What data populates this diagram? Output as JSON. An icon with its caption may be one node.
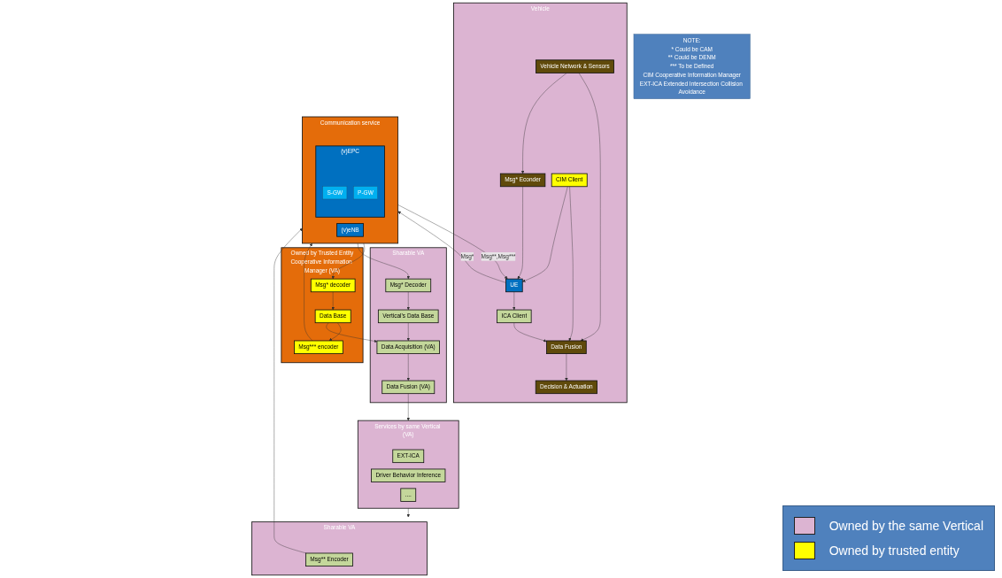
{
  "diagram": {
    "nodes": [
      {
        "text": [
          "Vehicle"
        ]
      },
      {
        "text": [
          "Vehicle Network & Sensors"
        ],
        "in": 0
      },
      {
        "text": [
          "Decision & Actuation"
        ],
        "in": 0
      },
      {
        "text": [
          "Data Fusion"
        ],
        "in": 0
      },
      {
        "text": [
          "Msg* Econder"
        ],
        "in": 0
      },
      {
        "text": [
          "CIM Client"
        ],
        "in": 0
      },
      {
        "text": [
          "ICA Client"
        ],
        "in": 0
      },
      {
        "text": [
          "UE"
        ],
        "in": 0
      },
      {
        "text": [
          "Owned by Trusted Entity",
          "Cooperative Information Manager (VA)"
        ]
      },
      {
        "text": [
          "Data Base"
        ],
        "in": 8
      },
      {
        "text": [
          "Msg* decoder"
        ],
        "in": 8
      },
      {
        "text": [
          "Msg*** encoder"
        ],
        "in": 8
      },
      {
        "text": [
          "Sharable VA"
        ]
      },
      {
        "text": [
          "Data Acquisition (VA)"
        ],
        "in": 12
      },
      {
        "text": [
          "Data Fusion (VA)"
        ],
        "in": 12
      },
      {
        "text": [
          "Vertical’s Data Base"
        ],
        "in": 12
      },
      {
        "text": [
          "Msg* Decoder"
        ],
        "in": 12
      },
      {
        "text": [
          "Services by same Vertical (VA)"
        ]
      },
      {
        "text": [
          "EXT-ICA"
        ],
        "in": 17
      },
      {
        "text": [
          "Driver Behavior Inference"
        ],
        "in": 17
      },
      {
        "text": [
          "...."
        ],
        "in": 17
      },
      {
        "text": [
          "Communication service"
        ]
      },
      {
        "text": [
          "(v)eNB"
        ],
        "in": 21
      },
      {
        "text": [
          "(v)EPC"
        ],
        "in": 21
      },
      {
        "text": [
          "S-GW"
        ],
        "in": 23
      },
      {
        "text": [
          "P-GW"
        ],
        "in": 23
      },
      {
        "text": [
          "Sharable VA"
        ]
      },
      {
        "text": [
          "Msg** Encoder"
        ],
        "in": 26
      },
      {
        "text": [
          "NOTE:",
          "* Could be CAM",
          "** Could be DENM",
          "*** To be Defined",
          "CIM Cooperative Information Manager",
          "EXT-ICA Extended Intersection Collision Avoidance"
        ]
      }
    ],
    "edges": [
      {
        "from": 1,
        "to": 3,
        "arrow": "to"
      },
      {
        "from": 1,
        "to": 4,
        "arrow": "to"
      },
      {
        "from": 3,
        "to": 2,
        "arrow": "to"
      },
      {
        "from": 5,
        "to": 3,
        "arrow": "to"
      },
      {
        "from": 6,
        "to": 3,
        "arrow": "to"
      },
      {
        "from": 4,
        "to": 7,
        "arrow": "to"
      },
      {
        "from": 5,
        "to": 7,
        "arrow": "to"
      },
      {
        "from": 7,
        "to": 6,
        "arrow": "to"
      },
      {
        "from": 7,
        "to": 21,
        "arrow": "to",
        "label": "Msg*"
      },
      {
        "from": 21,
        "to": 7,
        "arrow": "to",
        "label": "Msg**,Msg***"
      },
      {
        "from": 10,
        "to": 9,
        "arrow": "to"
      },
      {
        "from": 9,
        "to": 11,
        "arrow": "to"
      },
      {
        "from": 21,
        "to": 10,
        "arrow": "to"
      },
      {
        "from": 11,
        "to": 21,
        "arrow": "to"
      },
      {
        "from": 9,
        "to": 13,
        "arrow": "to"
      },
      {
        "from": 13,
        "to": 14,
        "arrow": "to"
      },
      {
        "from": 14,
        "to": 17,
        "arrow": "to"
      },
      {
        "from": 15,
        "to": 13,
        "arrow": "to"
      },
      {
        "from": 16,
        "to": 15,
        "arrow": "to"
      },
      {
        "from": 21,
        "to": 16,
        "arrow": "to"
      },
      {
        "from": 17,
        "to": 26,
        "arrow": "to"
      },
      {
        "from": 27,
        "to": 21,
        "arrow": "to"
      }
    ],
    "legend": [
      {
        "text": "Owned by the same Vertical",
        "color": "#dcb4d2"
      },
      {
        "text": "Owned by trusted entity",
        "color": "#ffff00"
      }
    ]
  }
}
